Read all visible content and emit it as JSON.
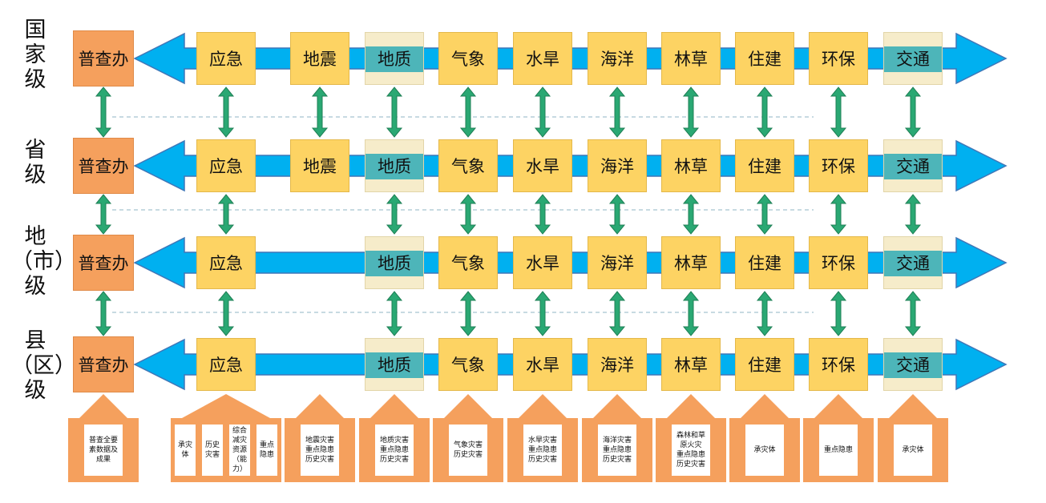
{
  "levels": [
    {
      "label": "国\n家\n级"
    },
    {
      "label": "省\n级"
    },
    {
      "label": "地\n（市）\n级"
    },
    {
      "label": "县\n（区）\n级"
    }
  ],
  "departments": [
    "普查办",
    "应急",
    "地震",
    "地质",
    "气象",
    "水旱",
    "海洋",
    "林草",
    "住建",
    "环保",
    "交通"
  ],
  "bottom_items": [
    [
      "普查全要\n素数据及\n成果"
    ],
    [
      "承灾\n体",
      "历史\n灾害",
      "综合\n减灾\n资源\n（能\n力）",
      "重点\n隐患"
    ],
    [
      "地震灾害\n重点隐患\n历史灾害"
    ],
    [
      "地质灾害\n重点隐患\n历史灾害"
    ],
    [
      "气象灾害\n历史灾害"
    ],
    [
      "水旱灾害\n重点隐患\n历史灾害"
    ],
    [
      "海洋灾害\n重点隐患\n历史灾害"
    ],
    [
      "森林和草\n原火灾\n重点隐患\n历史灾害"
    ],
    [
      "承灾体"
    ],
    [
      "重点隐患"
    ],
    [
      "承灾体"
    ]
  ],
  "colors": {
    "arrow_band": "#00b0f0",
    "arrow_border": "#3f77b8",
    "dept_box": "#fdd363",
    "office_box": "#f5a05d",
    "teal_band": "#4db5b9",
    "connector": "#2aa873"
  }
}
